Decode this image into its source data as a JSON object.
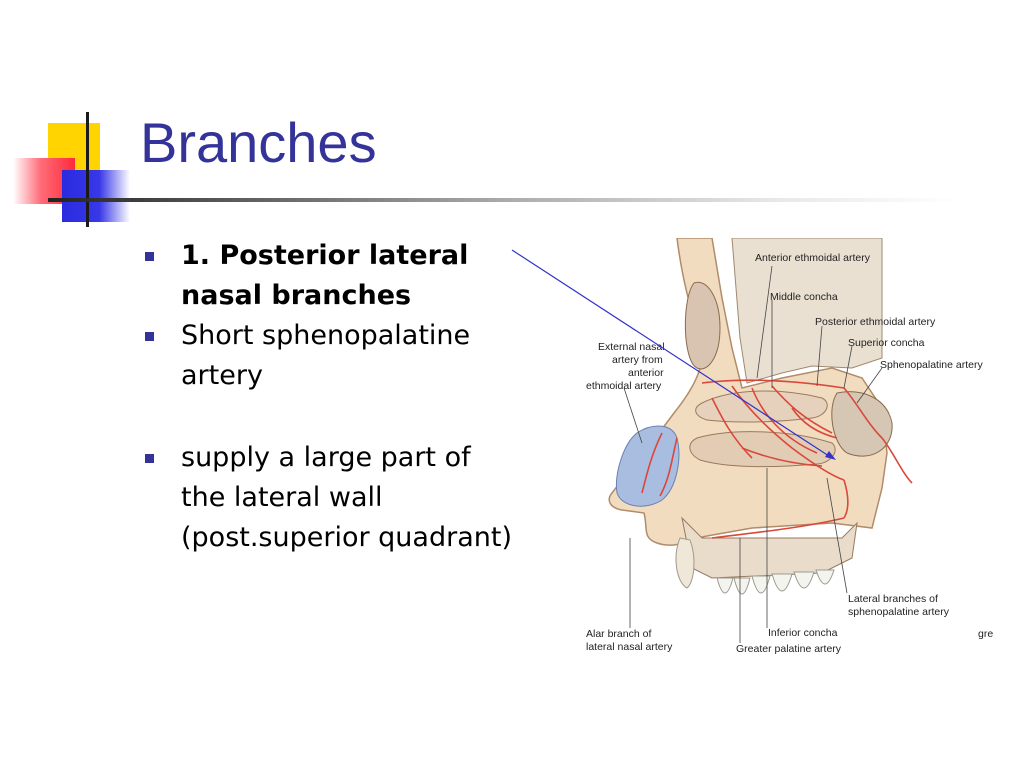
{
  "slide": {
    "title": "Branches",
    "bullets": [
      {
        "text": "1. Posterior lateral nasal branches",
        "bold": true
      },
      {
        "text": "Short sphenopalatine artery",
        "bold": false
      },
      {
        "text": "supply a large part of the lateral wall (post.superior quadrant)",
        "bold": false
      }
    ]
  },
  "figure": {
    "labels": {
      "anterior_ethmoidal": "Anterior ethmoidal artery",
      "middle_concha": "Middle concha",
      "posterior_ethmoidal": "Posterior ethmoidal artery",
      "superior_concha": "Superior concha",
      "sphenopalatine": "Sphenopalatine artery",
      "external_nasal_1": "External nasal",
      "external_nasal_2": "artery from",
      "external_nasal_3": "anterior",
      "external_nasal_4": "ethmoidal artery",
      "lateral_branches_1": "Lateral branches of",
      "lateral_branches_2": "sphenopalatine artery",
      "alar_1": "Alar branch of",
      "alar_2": "lateral nasal artery",
      "inferior_concha": "Inferior concha",
      "greater_palatine": "Greater palatine artery",
      "cut_text": "gre"
    }
  },
  "colors": {
    "title": "#333399",
    "bullet_marker": "#333399",
    "pointer_line": "#3333cc"
  }
}
